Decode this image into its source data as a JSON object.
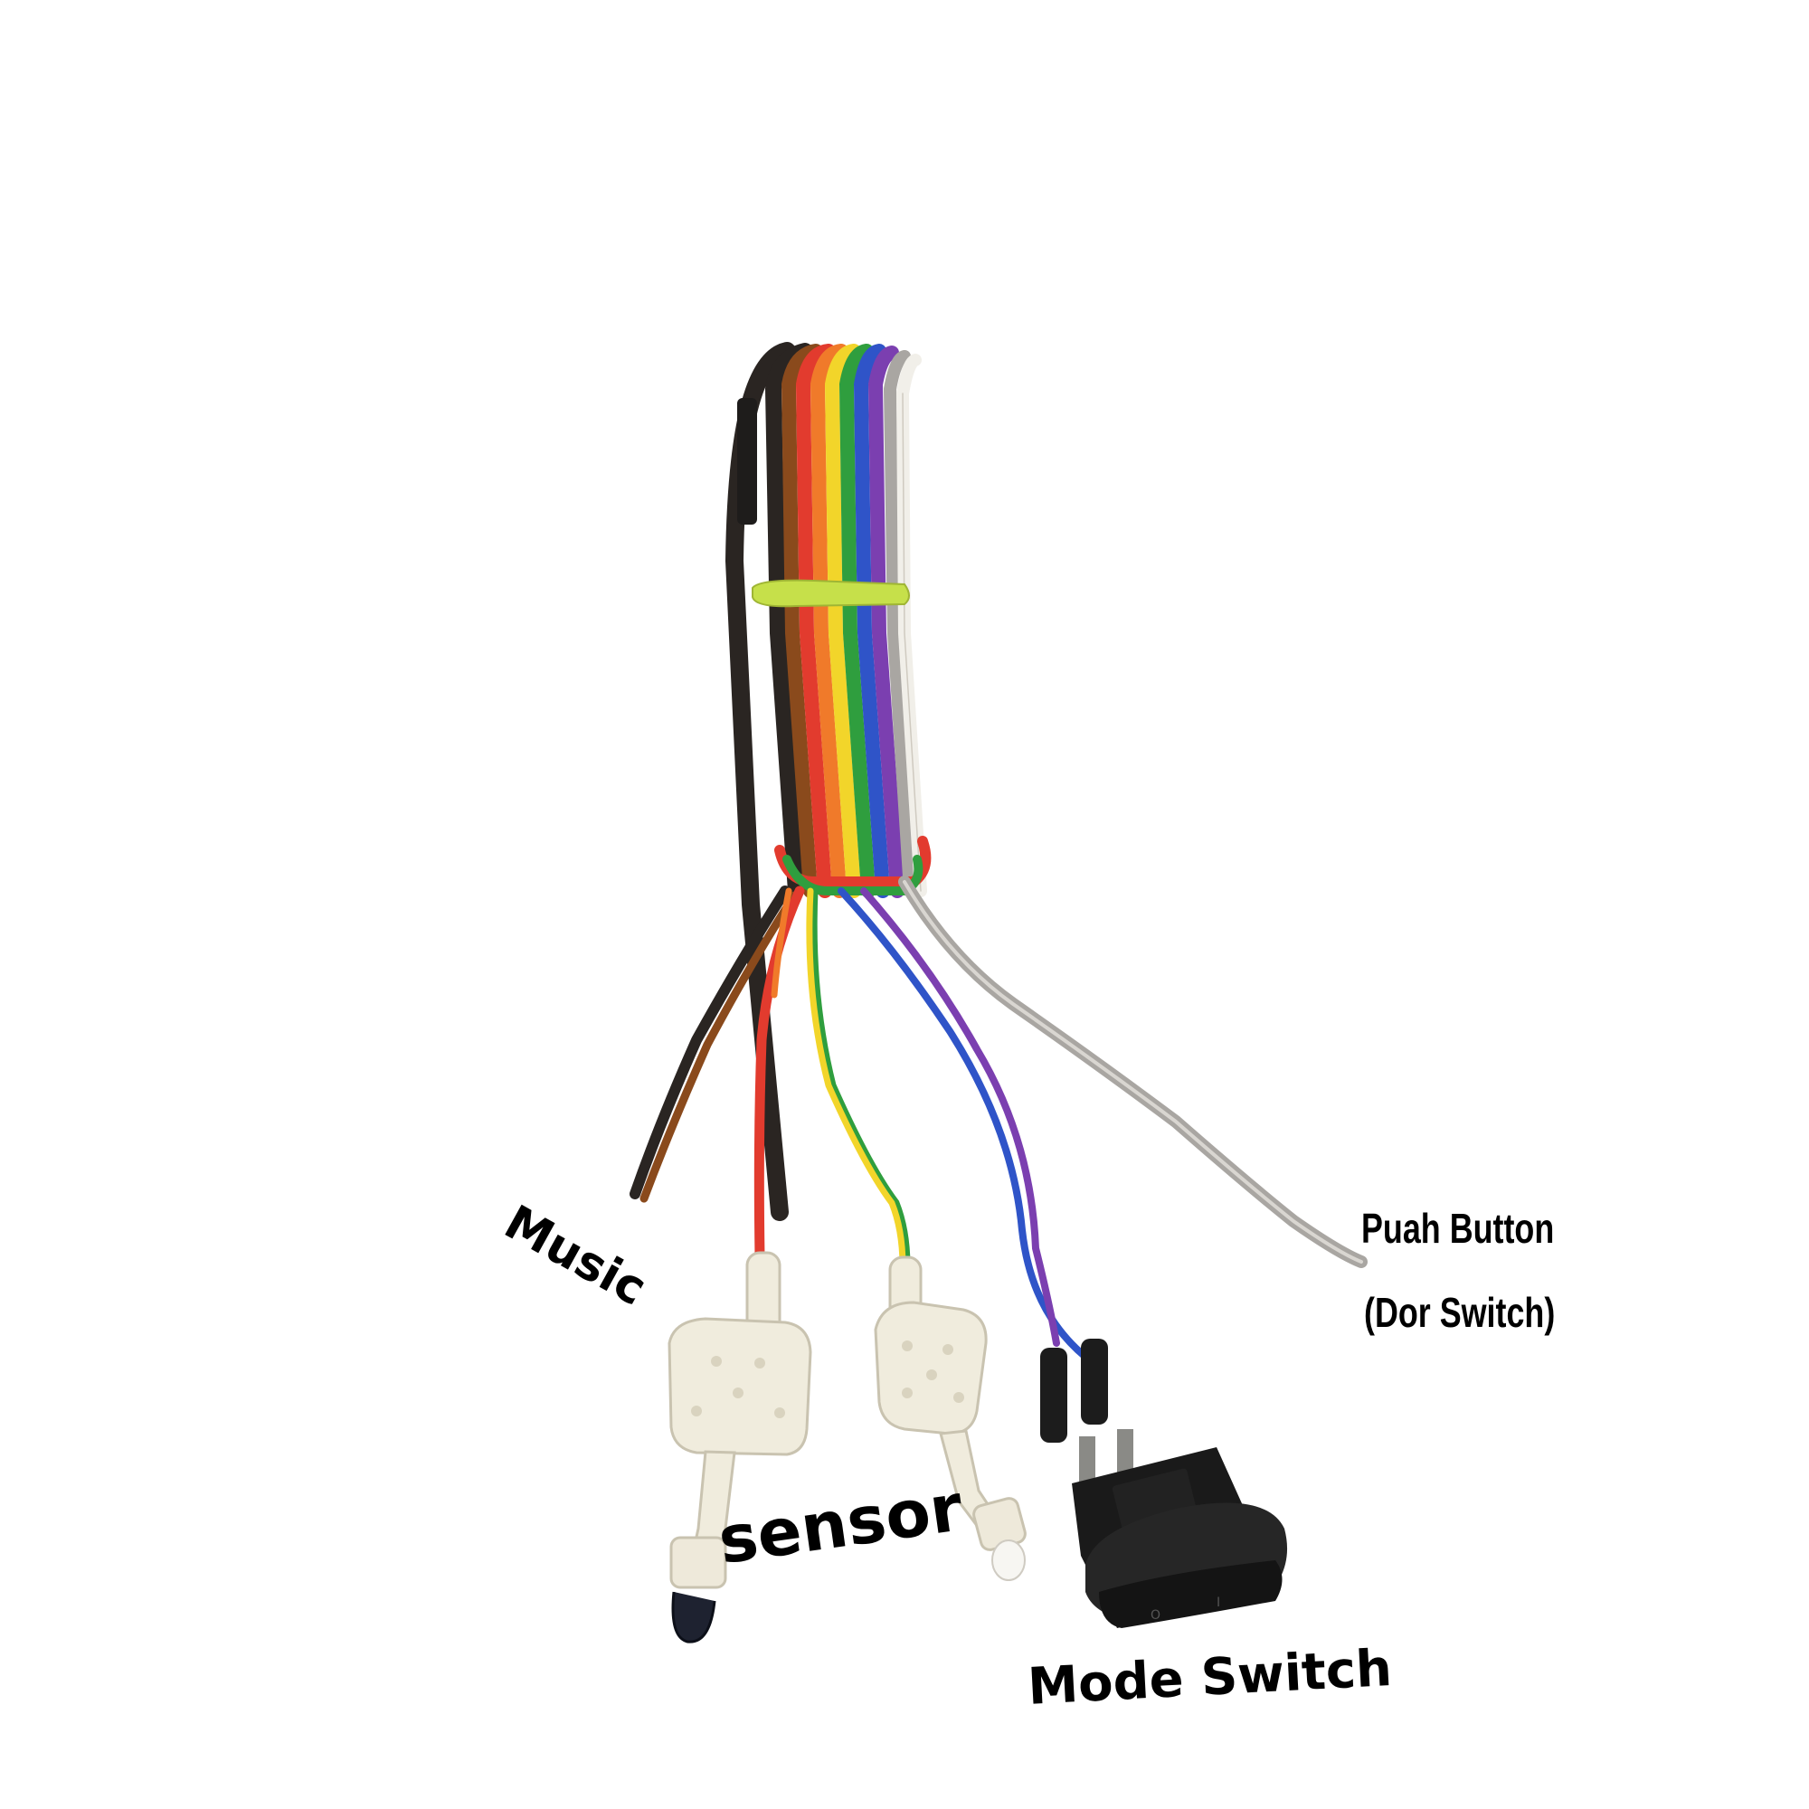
{
  "labels": {
    "music": "Music",
    "sensor": "sensor",
    "mode_switch": "Mode Switch",
    "push_button": "Puah Button",
    "door_switch": "(Dor Switch)"
  },
  "colors": {
    "background": "#ffffff",
    "label_text": "#000000",
    "wire_black": "#2a2522",
    "wire_brown": "#8a4a1c",
    "wire_red": "#e23b2e",
    "wire_orange": "#f07a2a",
    "wire_yellow": "#f2d52a",
    "wire_green": "#2f9e3e",
    "wire_blue": "#2f54c8",
    "wire_purple": "#7b3fb0",
    "wire_gray": "#a9a6a2",
    "wire_white": "#f1efe9",
    "cable_tie": "#c6e04a",
    "plug_body": "#f0ecdd",
    "switch_body": "#1c1c1c"
  },
  "components": [
    "ribbon-cable",
    "cable-tie",
    "music-wire",
    "sensor-plug-left",
    "sensor-plug-right",
    "mode-rocker-switch",
    "push-button-wire"
  ]
}
